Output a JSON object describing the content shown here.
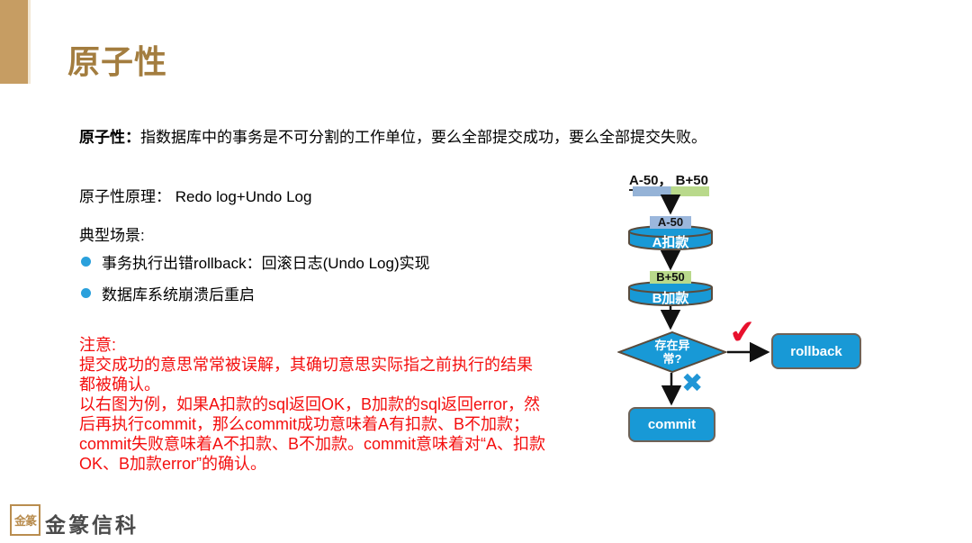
{
  "slide": {
    "title": "原子性",
    "definition_lead": "原子性：",
    "definition_rest": "指数据库中的事务是不可分割的工作单位，要么全部提交成功，要么全部提交失败。",
    "principle": "原子性原理： Redo log+Undo Log",
    "scenarios_heading": "典型场景:",
    "bullets": [
      "事务执行出错rollback：回滚日志(Undo Log)实现",
      "数据库系统崩溃后重启"
    ],
    "note": "注意:\n提交成功的意思常常被误解，其确切意思实际指之前执行的结果\n都被确认。\n以右图为例，如果A扣款的sql返回OK，B加款的sql返回error，然\n后再执行commit，那么commit成功意味着A有扣款、B不加款；\ncommit失败意味着A不扣款、B不加款。commit意味着对“A、扣款\nOK、B加款error”的确认。"
  },
  "flowchart": {
    "input_label": "A-50，  B+50",
    "step_a_chip": "A-50",
    "step_a_label": "A扣款",
    "step_b_chip": "B+50",
    "step_b_label": "B加款",
    "decision_label": "存在异\n常?",
    "yes_mark": "✔",
    "no_mark": "✖",
    "rollback_label": "rollback",
    "commit_label": "commit"
  },
  "footer": {
    "seal_text": "金篆",
    "company_name": "金篆信科"
  },
  "colors": {
    "accent_bar": "#C69D63",
    "title": "#A37D3F",
    "flow_blue": "#1899D6",
    "chip_blue": "#95B3D7",
    "chip_green": "#B9D98B",
    "note_red": "#F40E0E",
    "check_red": "#E8112D",
    "cross_blue": "#2196D6",
    "bullet_blue": "#2AA0DC"
  }
}
